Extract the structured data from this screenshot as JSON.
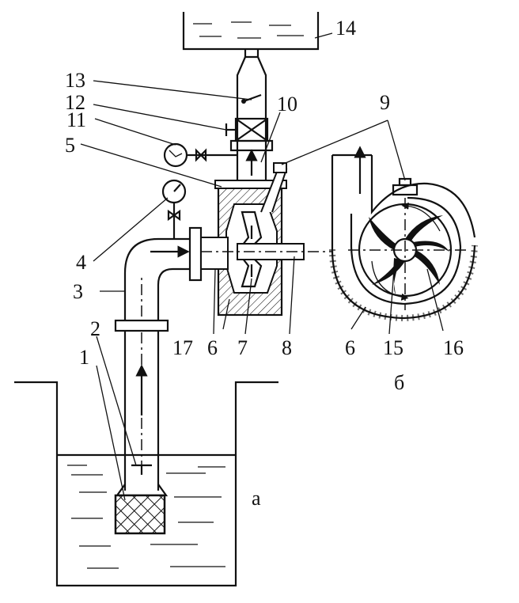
{
  "labels": {
    "n1": "1",
    "n2": "2",
    "n3": "3",
    "n4": "4",
    "n5": "5",
    "n6a": "6",
    "n6b": "6",
    "n7": "7",
    "n8": "8",
    "n9": "9",
    "n10": "10",
    "n11": "11",
    "n12": "12",
    "n13": "13",
    "n14": "14",
    "n15": "15",
    "n16": "16",
    "n17": "17"
  },
  "subfigures": {
    "a": "а",
    "b": "б"
  }
}
